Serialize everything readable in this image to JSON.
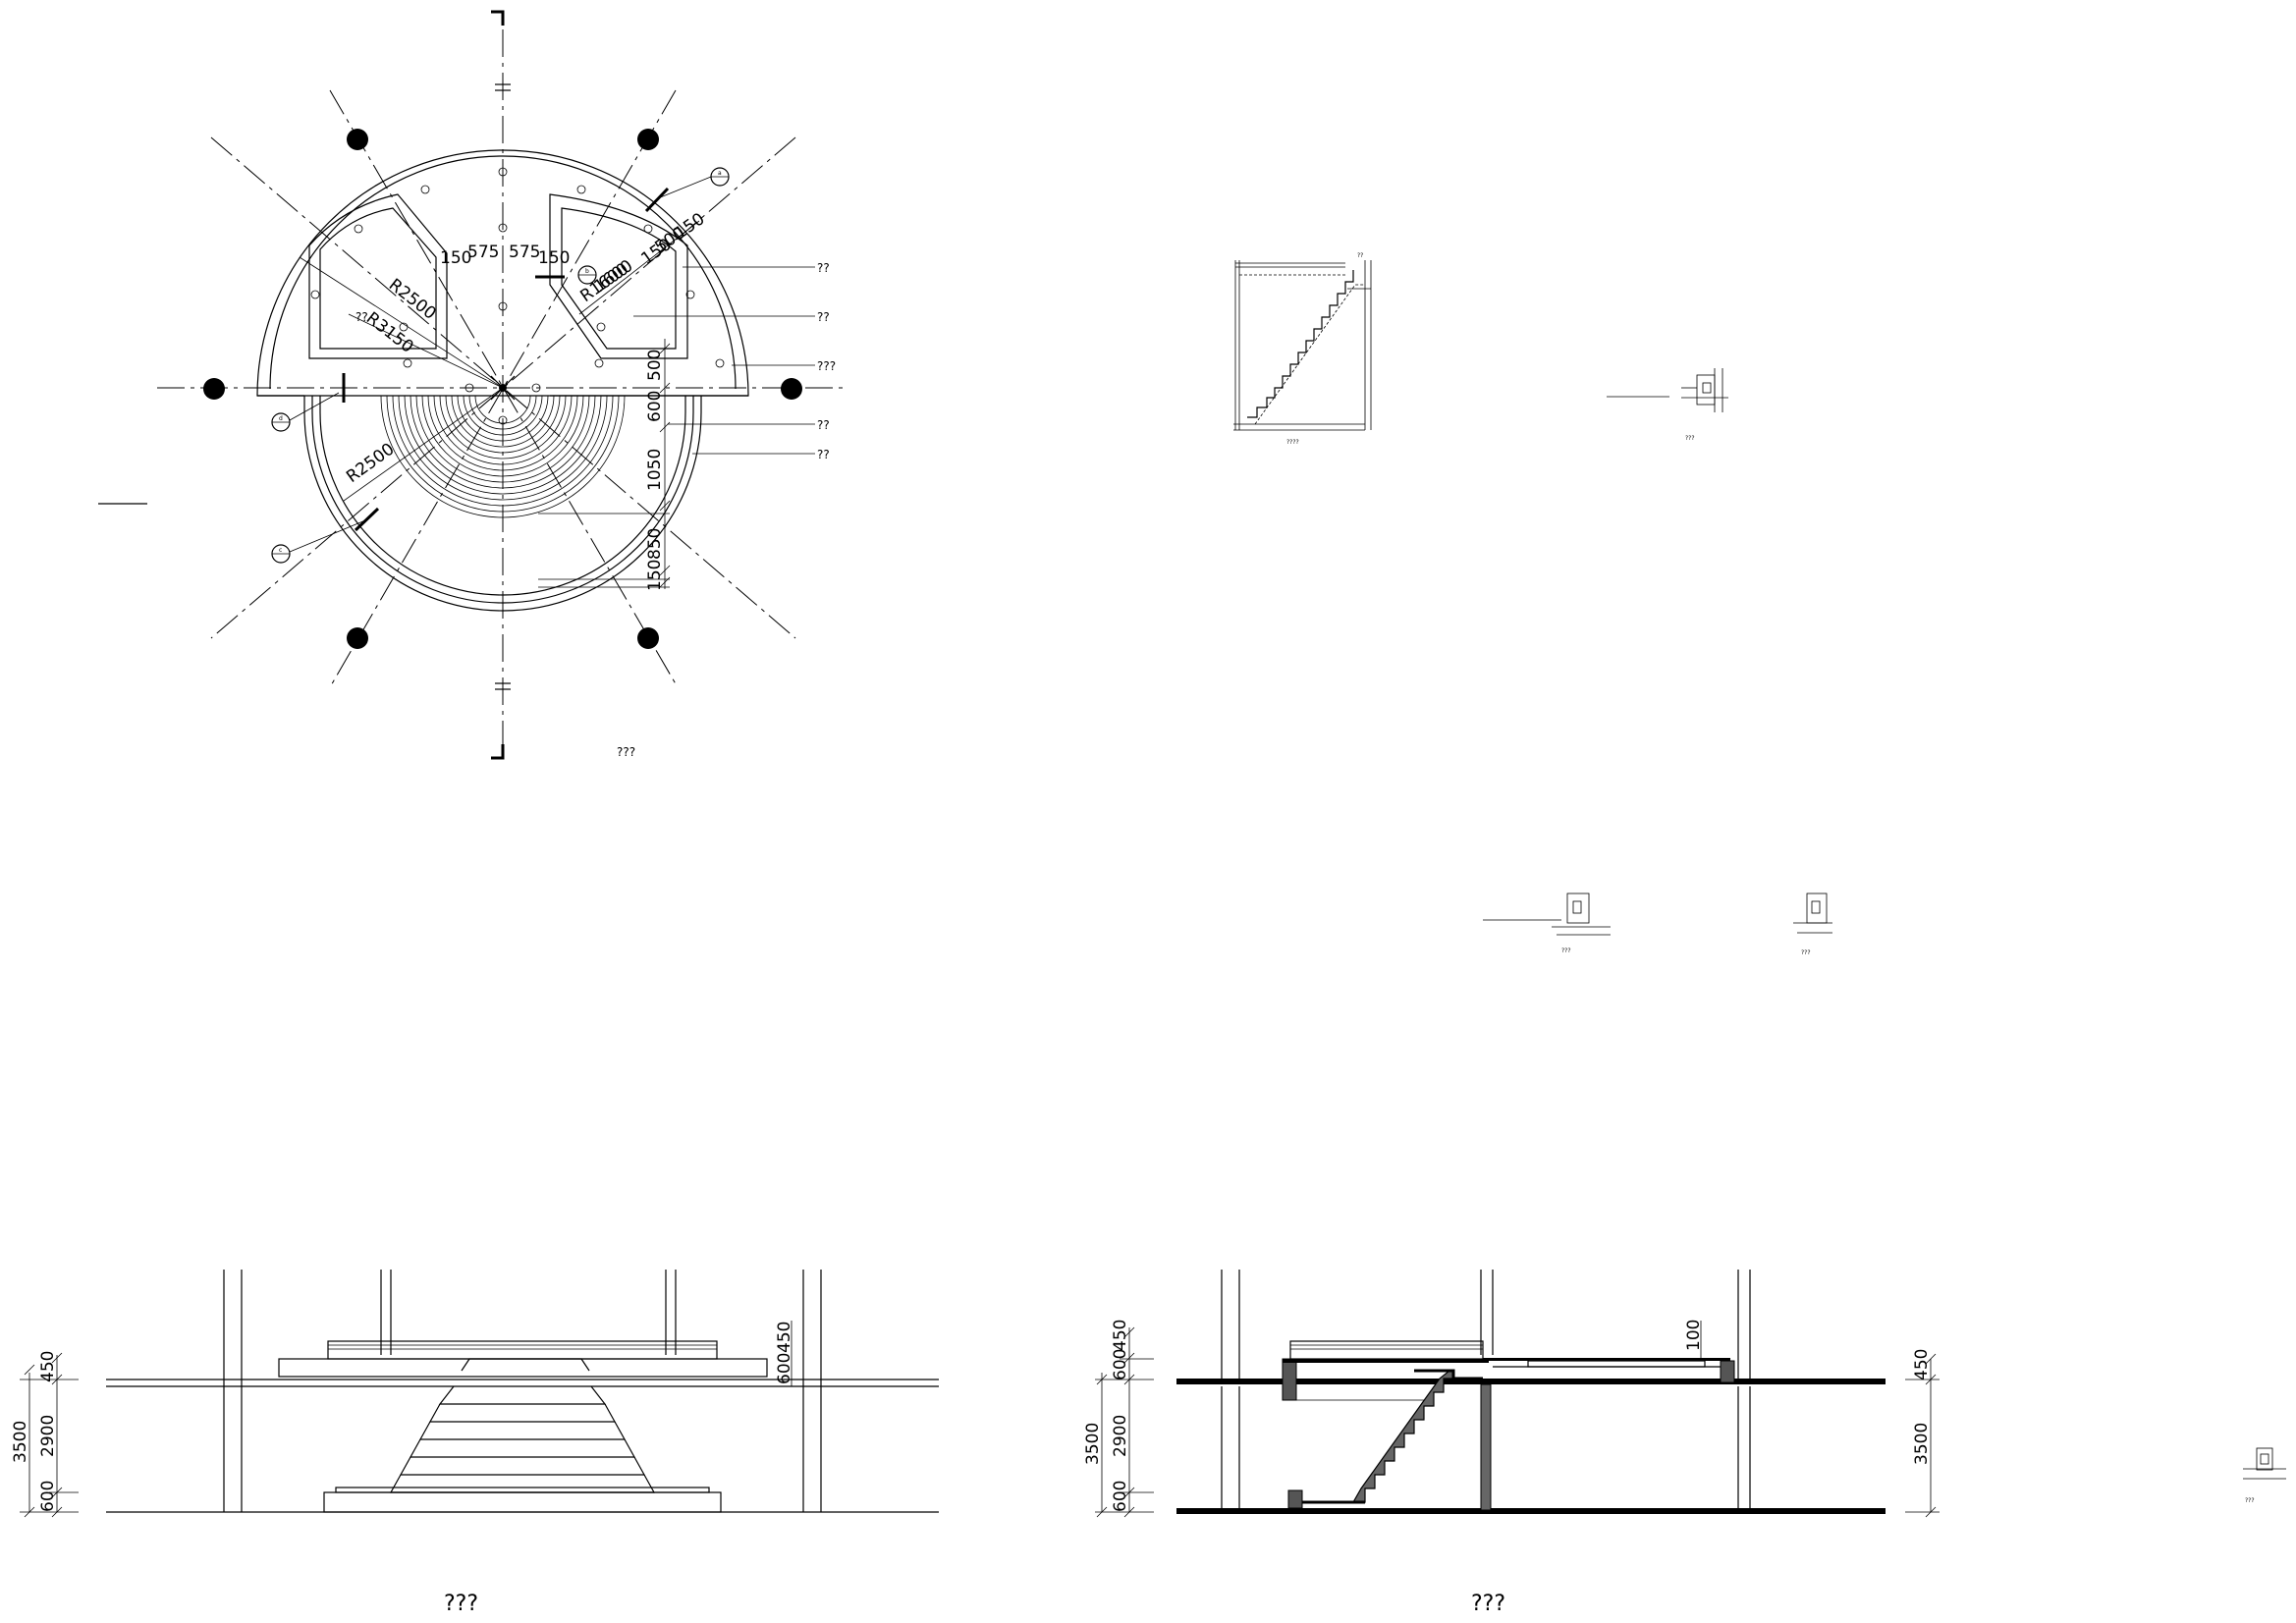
{
  "plan": {
    "title": "???",
    "dims": {
      "d150a": "150",
      "d575a": "575",
      "d575b": "575",
      "d150b": "150",
      "d1600": "1600",
      "d150c": "150",
      "d500a": "500",
      "d150d": "150",
      "d500": "500",
      "d600": "600",
      "d1050": "1050",
      "d850": "850",
      "d150": "150"
    },
    "radii": {
      "r2500a": "R2500",
      "r3150": "R3150",
      "r2500b": "R2500",
      "r1600": "R1600"
    },
    "center_note": "??",
    "callouts": [
      "??",
      "??",
      "???",
      "??",
      "??"
    ],
    "markers": {
      "a": "a",
      "b": "b",
      "c": "c",
      "d": "d"
    }
  },
  "stair_section": {
    "title": "????",
    "note": "??"
  },
  "details": {
    "caption": "???"
  },
  "elevation": {
    "title": "???",
    "dims": {
      "d3500": "3500",
      "d450": "450",
      "d2900": "2900",
      "d600": "600",
      "d450b": "450",
      "d600b": "600"
    }
  },
  "section": {
    "title": "???",
    "dims": {
      "d3500l": "3500",
      "d600t": "600",
      "d450t": "450",
      "d2900": "2900",
      "d600b": "600",
      "d100": "100",
      "d3500r": "3500",
      "d450r": "450"
    }
  }
}
